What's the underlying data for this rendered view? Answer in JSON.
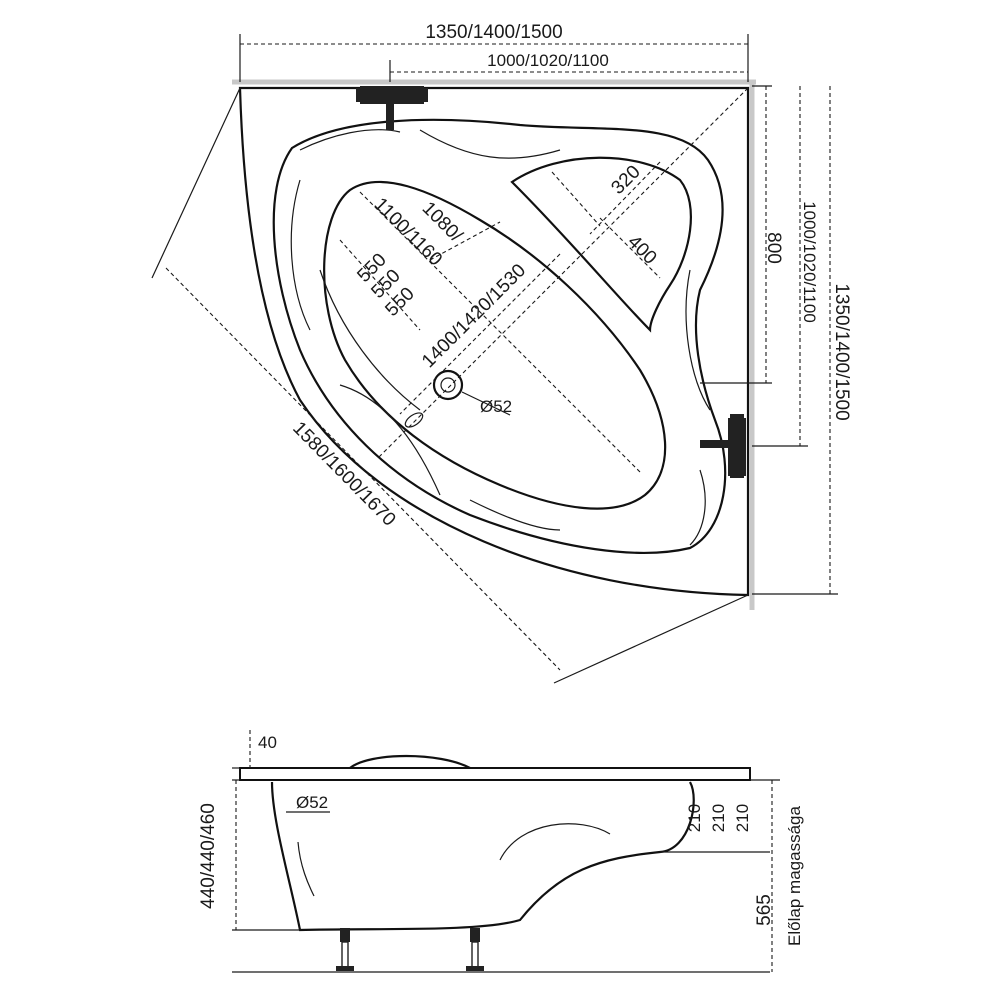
{
  "top_view": {
    "overall_width": "1350/1400/1500",
    "inner_width": "1000/1020/1100",
    "diagonal": "1580/1600/1670",
    "height_right": "1350/1400/1500",
    "inner_height_right": "1000/1020/1100",
    "offset_800": "800",
    "backrest_320": "320",
    "backrest_400": "400",
    "basin_1080": "1080/",
    "basin_1100": "1100/1160",
    "basin_1400": "1400/1420/1530",
    "side_550_a": "550",
    "side_550_b": "550",
    "side_550_c": "550",
    "drain": "Ø52"
  },
  "side_view": {
    "rim_40": "40",
    "height": "440/440/460",
    "drain": "Ø52",
    "depth_210_a": "210",
    "depth_210_b": "210",
    "depth_210_c": "210",
    "front_565": "565",
    "front_panel_label": "Előlap magassága"
  }
}
